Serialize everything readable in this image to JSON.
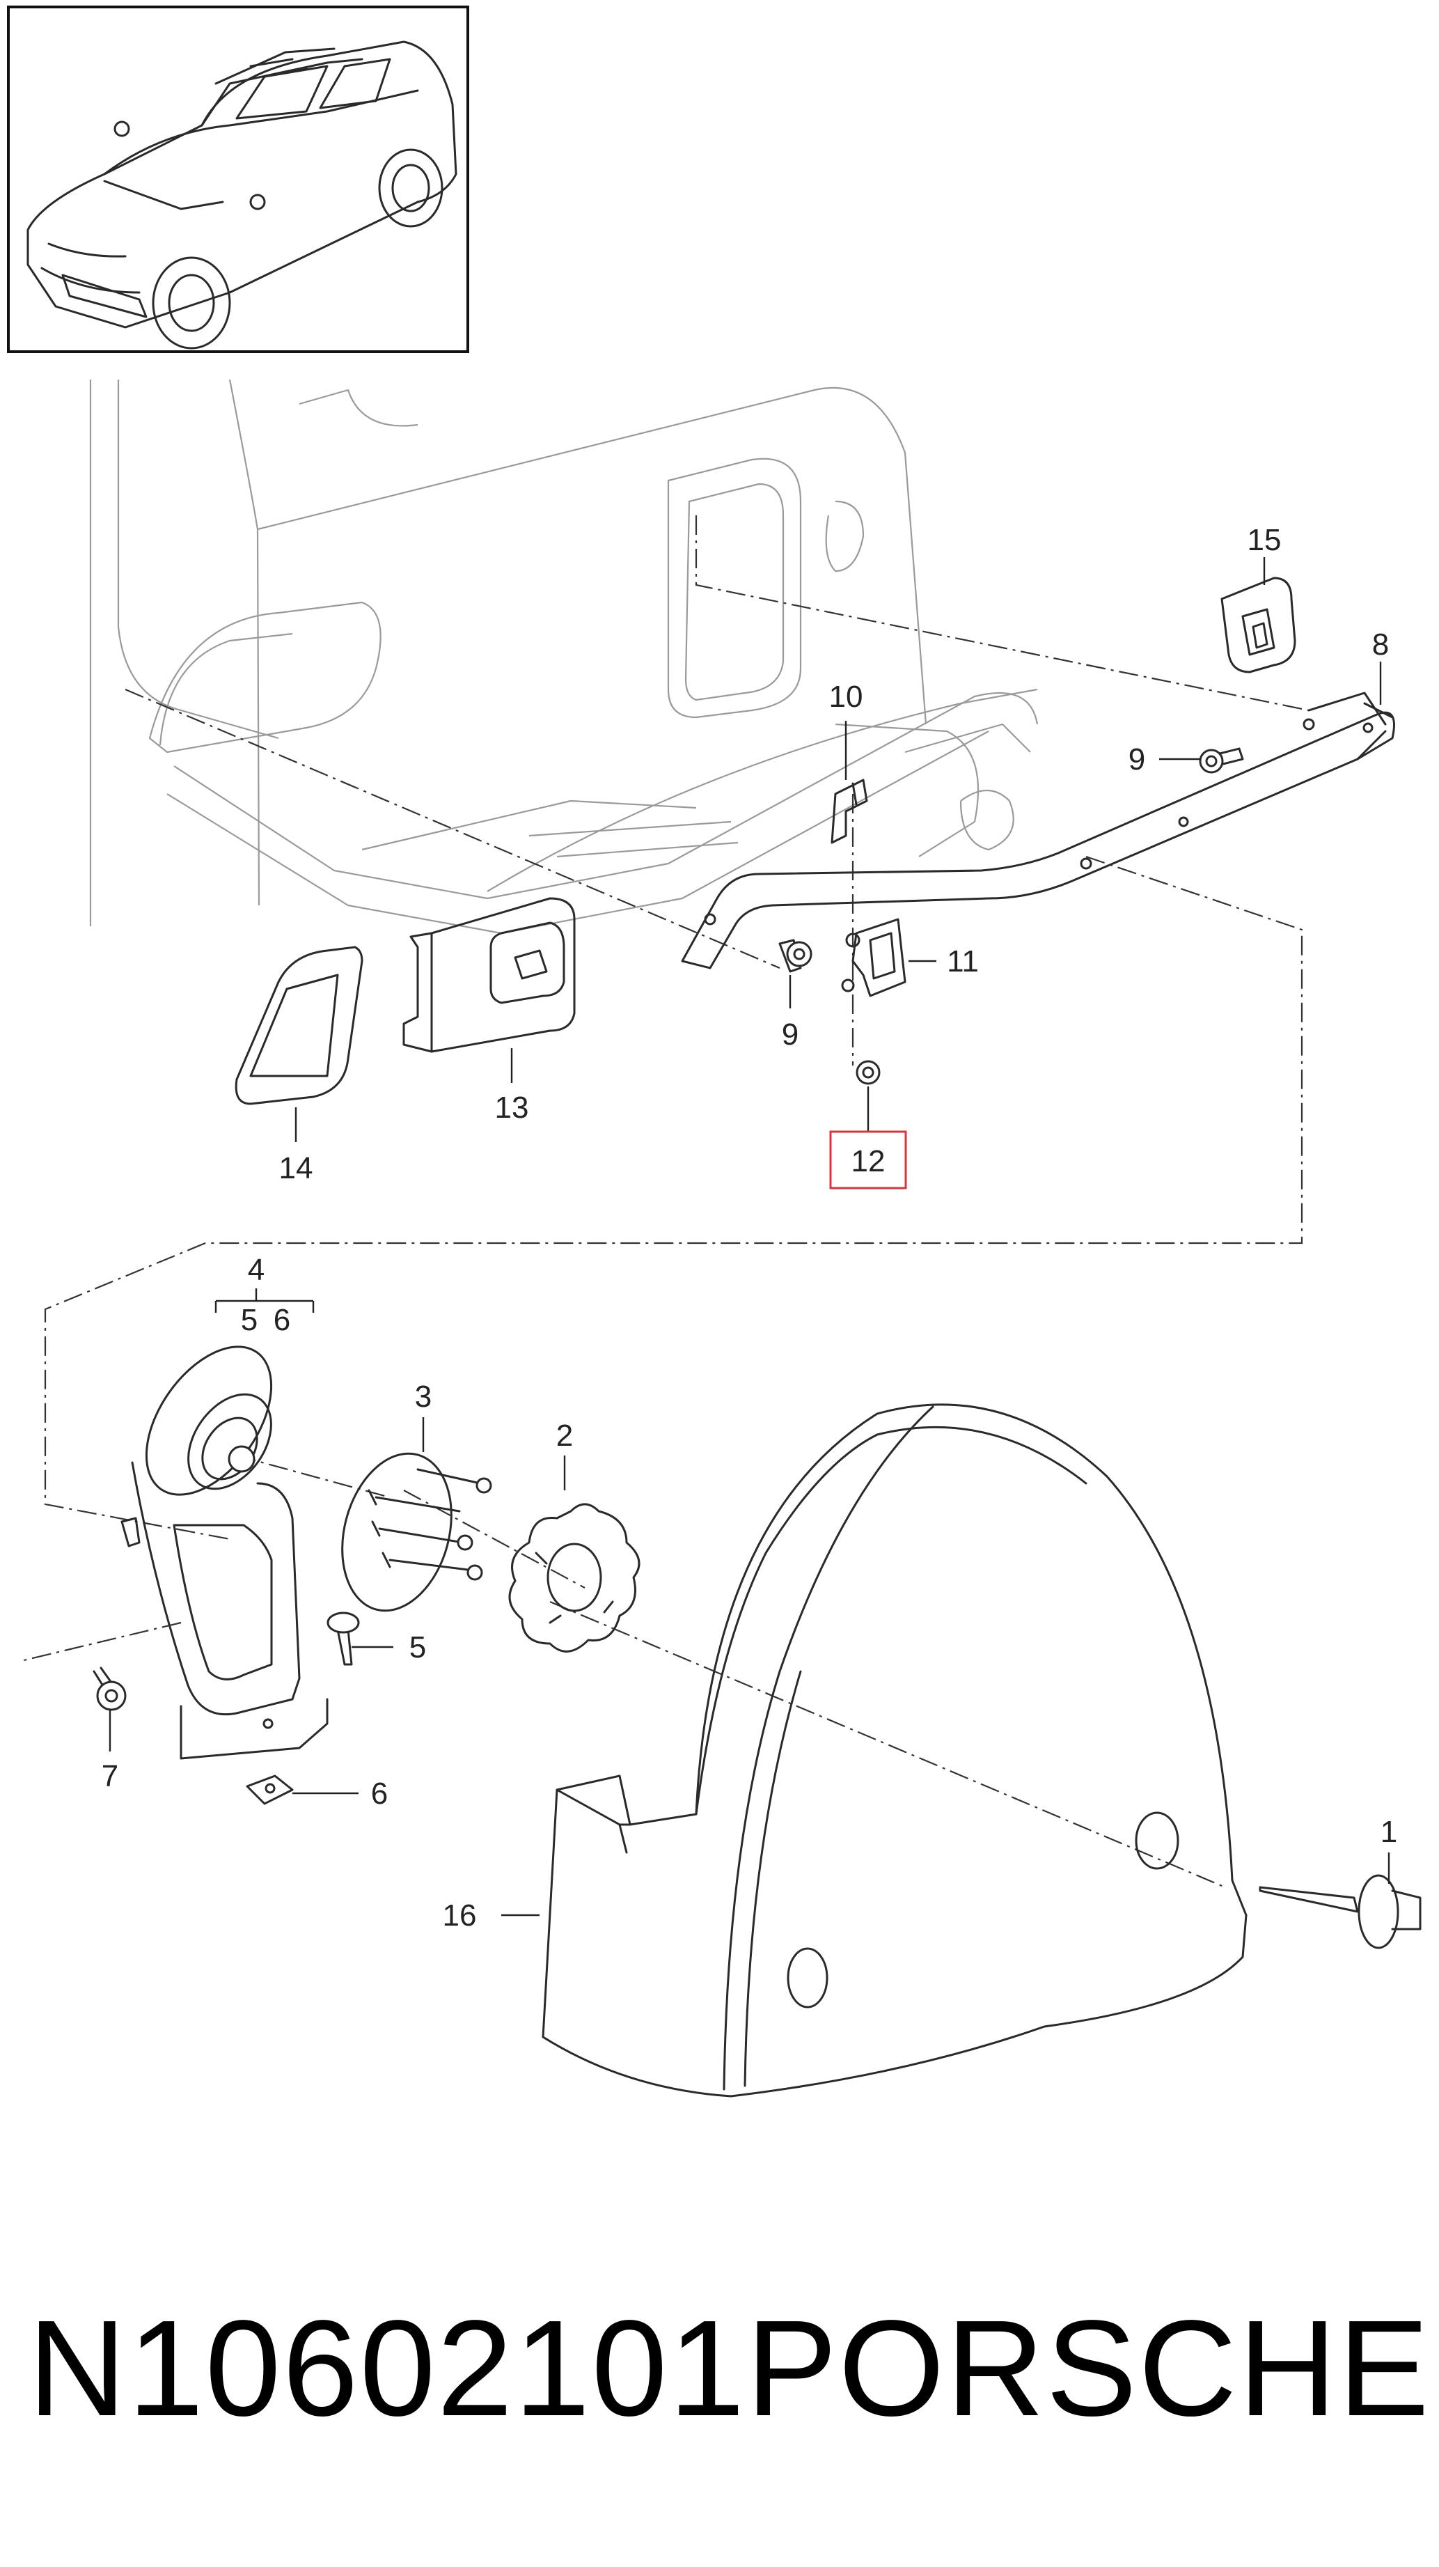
{
  "callouts": {
    "c1": "1",
    "c2": "2",
    "c3": "3",
    "c4": "4",
    "c5a": "5",
    "c6a": "6",
    "c5b": "5",
    "c6b": "6",
    "c7": "7",
    "c8": "8",
    "c9a": "9",
    "c9b": "9",
    "c10": "10",
    "c11": "11",
    "c12": "12",
    "c13": "13",
    "c14": "14",
    "c15": "15",
    "c16": "16"
  },
  "highlight_color": "#e0303a",
  "caption": {
    "part_number": "N10602101",
    "brand": "PORSCHE"
  }
}
